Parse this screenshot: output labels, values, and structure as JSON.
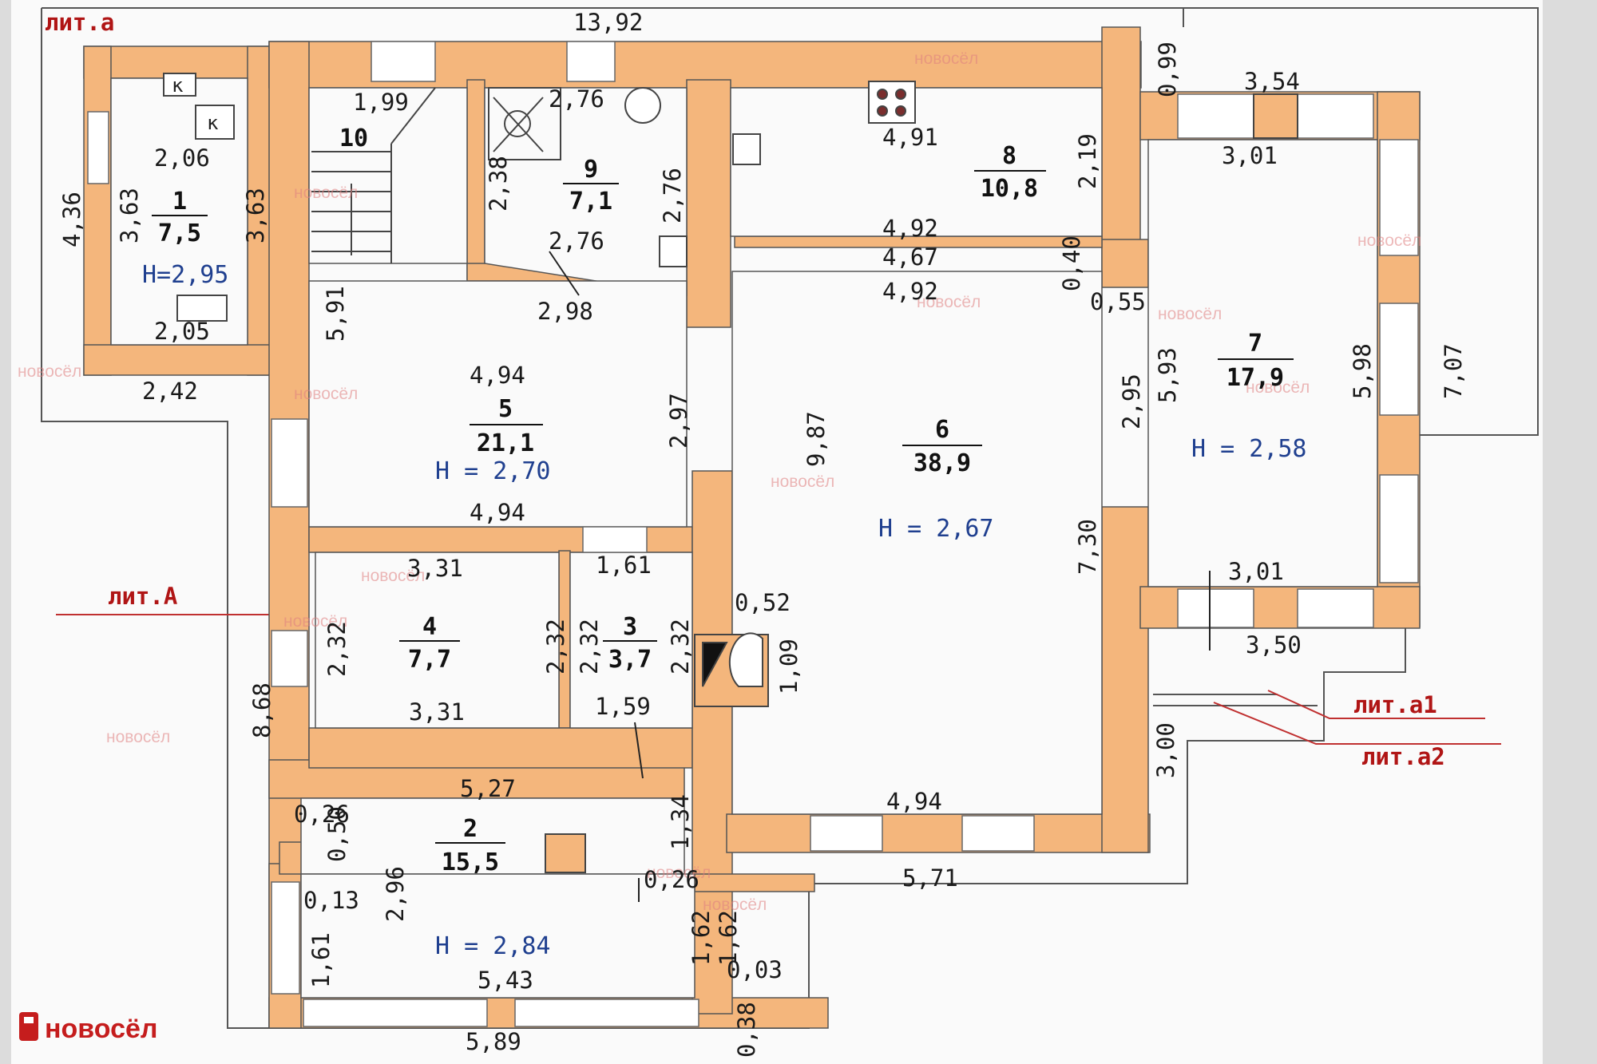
{
  "labels": {
    "lit_a_top": "лит.а",
    "lit_A": "лит.А",
    "lit_a1": "лит.а1",
    "lit_a2": "лит.а2",
    "logo": "новосёл",
    "watermark": "новосёл",
    "stove_mark": "к"
  },
  "colors": {
    "wall": "#f4b67c",
    "paper": "#fafafa",
    "outline": "#444444",
    "red_line": "#c03030",
    "height_text": "#1f3f8f"
  },
  "rooms": [
    {
      "id": "1",
      "number": "1",
      "area": "7,5",
      "height": "Н=2,95"
    },
    {
      "id": "2",
      "number": "2",
      "area": "15,5",
      "height": "Н = 2,84"
    },
    {
      "id": "3",
      "number": "3",
      "area": "3,7"
    },
    {
      "id": "4",
      "number": "4",
      "area": "7,7"
    },
    {
      "id": "5",
      "number": "5",
      "area": "21,1",
      "height": "Н = 2,70"
    },
    {
      "id": "6",
      "number": "6",
      "area": "38,9",
      "height": "Н = 2,67"
    },
    {
      "id": "7",
      "number": "7",
      "area": "17,9",
      "height": "Н = 2,58"
    },
    {
      "id": "8",
      "number": "8",
      "area": "10,8"
    },
    {
      "id": "9",
      "number": "9",
      "area": "7,1"
    },
    {
      "id": "10",
      "number": "10"
    }
  ],
  "dims": [
    "13,92",
    "0,99",
    "3,54",
    "3,01",
    "1,99",
    "2,76",
    "2,38",
    "2,76",
    "2,76",
    "2,98",
    "4,91",
    "2,19",
    "4,92",
    "4,67",
    "4,92",
    "0,40",
    "0,55",
    "2,06",
    "3,63",
    "3,63",
    "4,36",
    "2,05",
    "2,42",
    "5,91",
    "4,94",
    "2,97",
    "9,87",
    "2,95",
    "5,93",
    "5,98",
    "7,07",
    "4,94",
    "3,31",
    "1,61",
    "2,32",
    "2,32",
    "2,32",
    "2,32",
    "3,31",
    "1,59",
    "0,52",
    "1,09",
    "7,30",
    "3,01",
    "3,50",
    "3,00",
    "8,68",
    "5,27",
    "1,34",
    "0,26",
    "0,50",
    "0,13",
    "2,96",
    "1,61",
    "0,26",
    "1,62",
    "1,62",
    "0,03",
    "5,43",
    "0,38",
    "5,89",
    "4,94",
    "5,71"
  ]
}
